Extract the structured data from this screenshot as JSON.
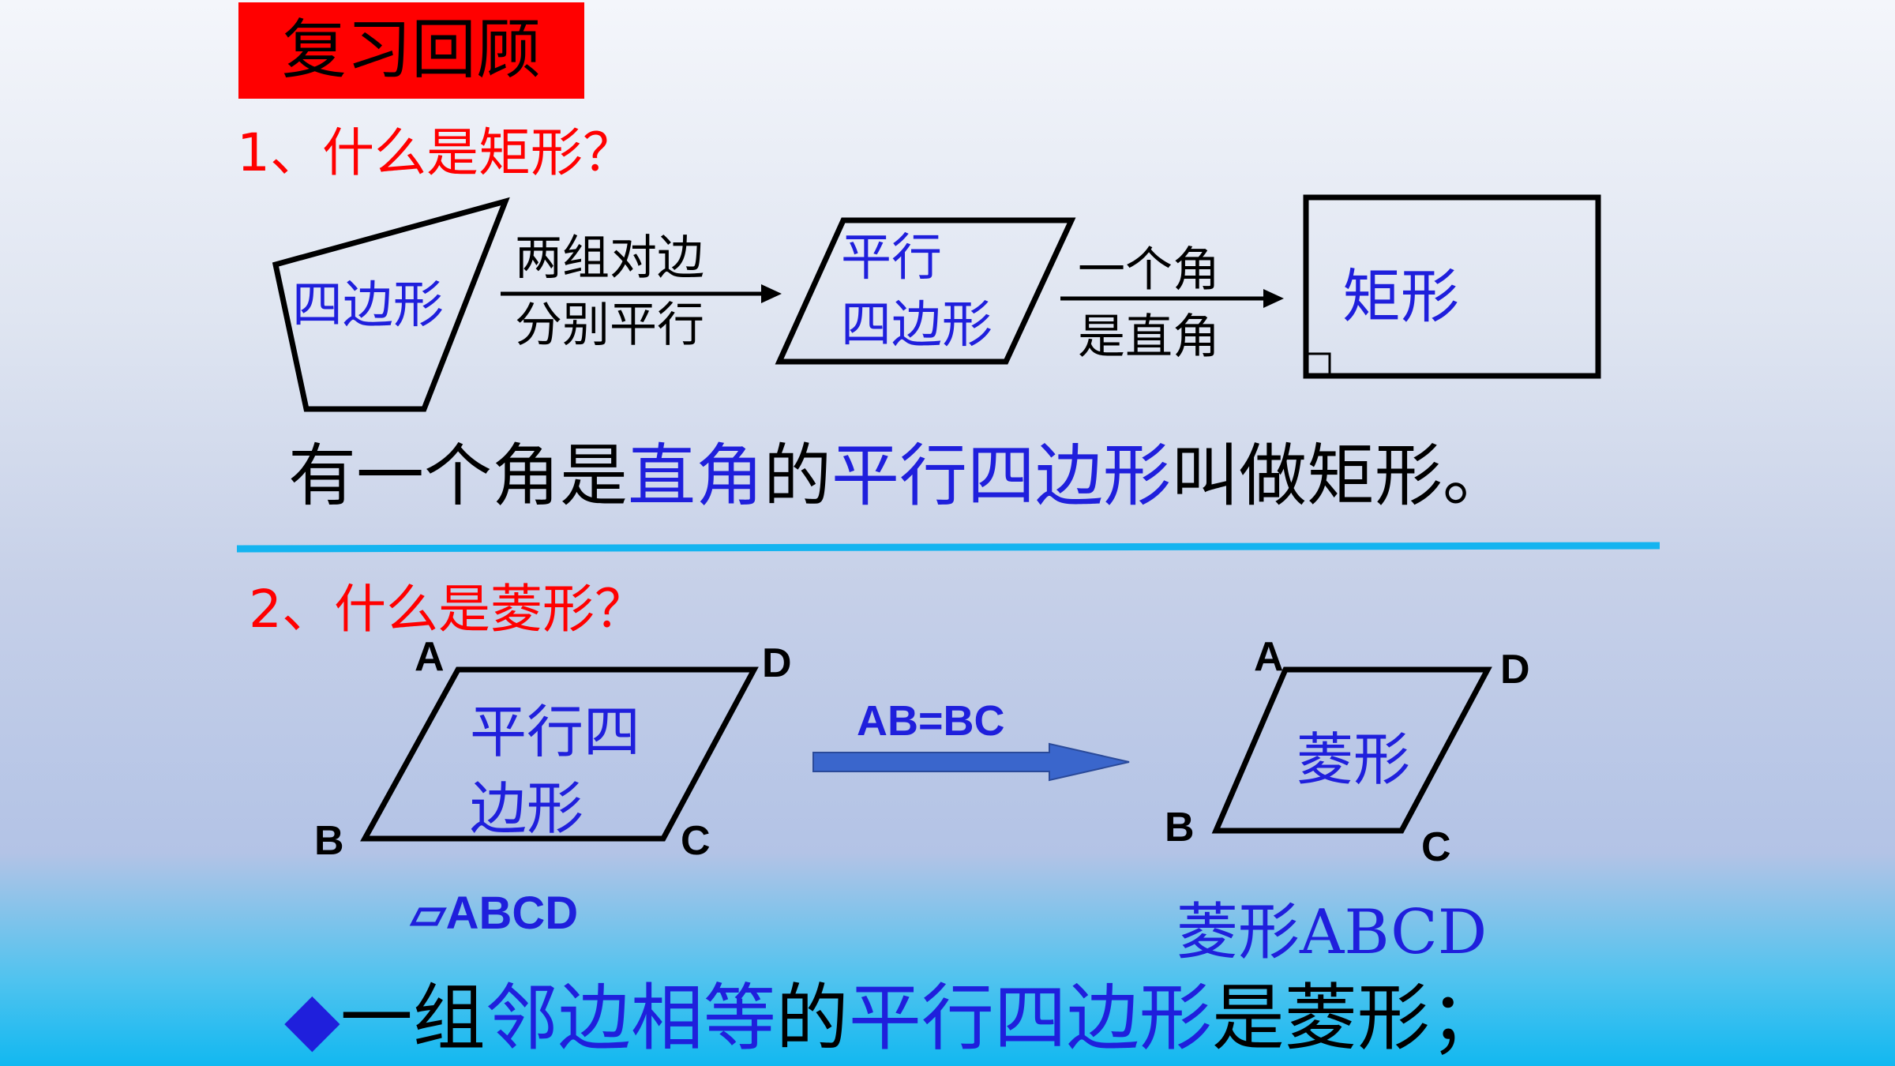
{
  "title": "复习回顾",
  "q1": {
    "heading": "1、什么是矩形？",
    "shape1": "四边形",
    "cond1_line1": "两组对边",
    "cond1_line2": "分别平行",
    "shape2_line1": "平行",
    "shape2_line2": "四边形",
    "cond2_line1": "一个角",
    "cond2_line2": "是直角",
    "shape3": "矩形",
    "definition": {
      "p1": "有一个角是",
      "p2": "直角",
      "p3": "的",
      "p4": "平行四边形",
      "p5": "叫做矩形。"
    }
  },
  "q2": {
    "heading": "2、什么是菱形？",
    "para": {
      "label_A": "A",
      "label_B": "B",
      "label_C": "C",
      "label_D": "D",
      "text_line1": "平行四",
      "text_line2": "边形",
      "caption": "▱ABCD"
    },
    "condition": "AB=BC",
    "rhombus": {
      "label_A": "A",
      "label_B": "B",
      "label_C": "C",
      "label_D": "D",
      "text": "菱形",
      "caption": "菱形ABCD"
    },
    "definition": {
      "bullet": "◆",
      "p1": "一组",
      "p2": "邻边相等",
      "p3": "的",
      "p4": "平行四边形",
      "p5": "是菱形；"
    }
  },
  "colors": {
    "title_bg": "#ff0000",
    "question": "#ff0000",
    "emphasis": "#1f1fdc",
    "divider": "#14b4f0",
    "arrow_fill": "#3a66cc"
  }
}
